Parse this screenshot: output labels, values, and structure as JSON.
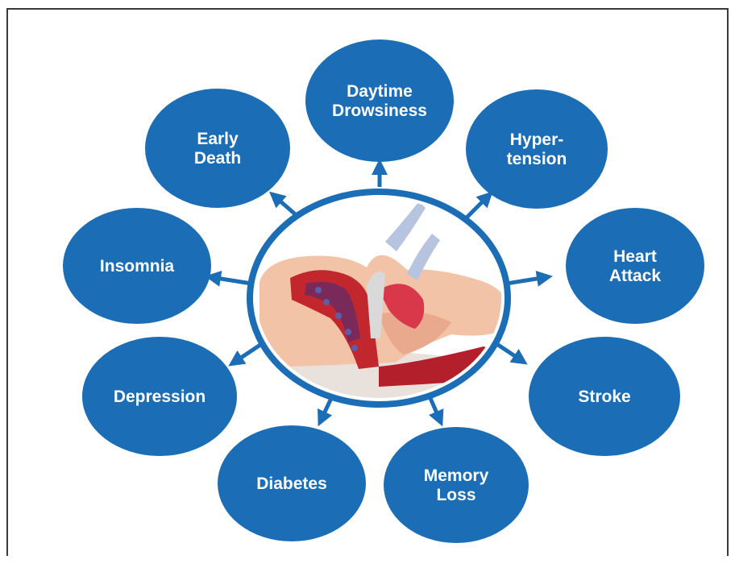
{
  "diagram": {
    "center": {
      "illustration": "sleep-apnea-airway-illustration"
    },
    "nodes": [
      {
        "id": "daytime-drowsiness",
        "lines": [
          "Daytime",
          "Drowsiness"
        ]
      },
      {
        "id": "hypertension",
        "lines": [
          "Hyper-",
          "tension"
        ]
      },
      {
        "id": "heart-attack",
        "lines": [
          "Heart",
          "Attack"
        ]
      },
      {
        "id": "stroke",
        "lines": [
          "Stroke"
        ]
      },
      {
        "id": "memory-loss",
        "lines": [
          "Memory",
          "Loss"
        ]
      },
      {
        "id": "diabetes",
        "lines": [
          "Diabetes"
        ]
      },
      {
        "id": "depression",
        "lines": [
          "Depression"
        ]
      },
      {
        "id": "insomnia",
        "lines": [
          "Insomnia"
        ]
      },
      {
        "id": "early-death",
        "lines": [
          "Early",
          "Death"
        ]
      }
    ],
    "colors": {
      "node_fill": "#1b6db6",
      "ring": "#1b6db6",
      "arrow": "#1b6db6",
      "text": "#ffffff"
    }
  }
}
